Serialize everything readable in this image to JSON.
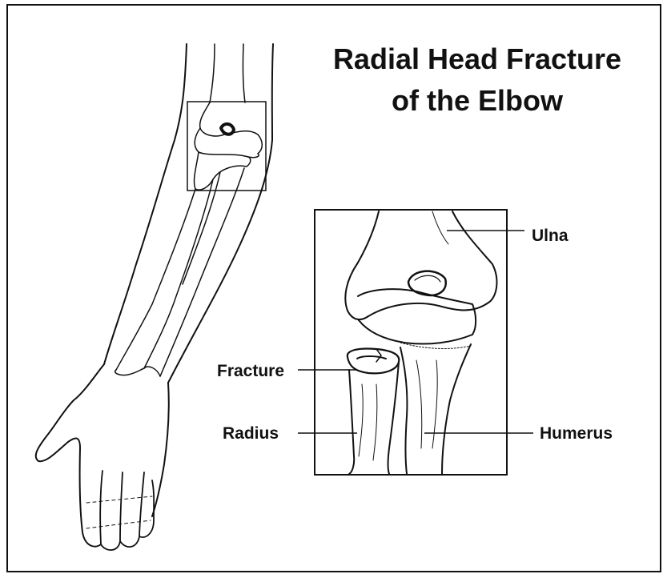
{
  "title": {
    "line1": "Radial Head Fracture",
    "line2": "of the Elbow"
  },
  "labels": {
    "ulna": "Ulna",
    "fracture": "Fracture",
    "radius": "Radius",
    "humerus": "Humerus"
  },
  "colors": {
    "ink": "#111111",
    "background": "#ffffff"
  }
}
